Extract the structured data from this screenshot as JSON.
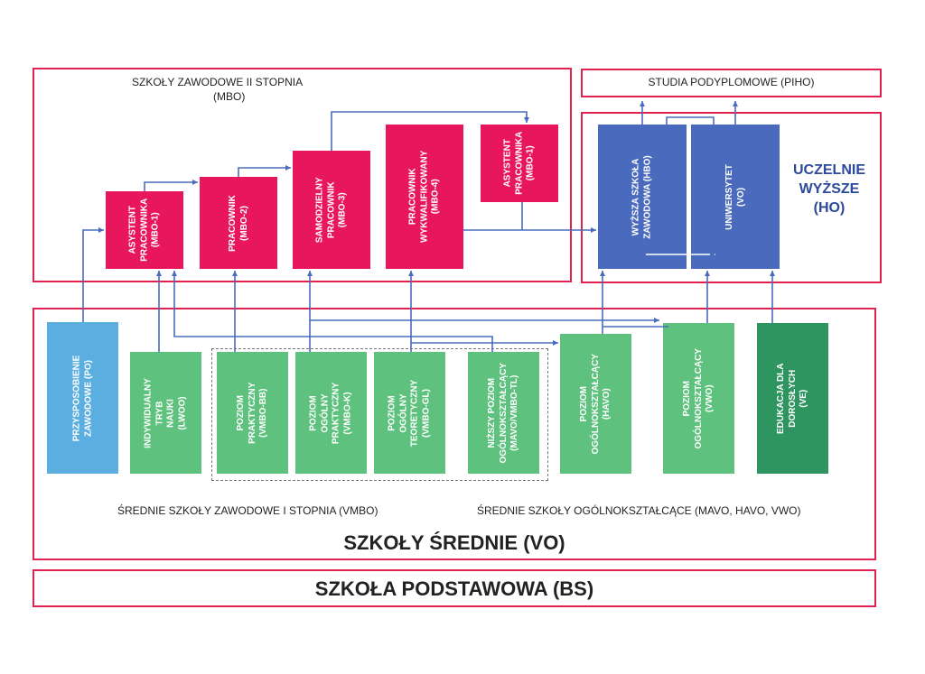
{
  "colors": {
    "frame": "#e0204f",
    "mbo": "#e8175d",
    "ho": "#4a6bbd",
    "po": "#5aaee0",
    "green": "#5ec27e",
    "ve": "#2e9460",
    "arrow": "#4a6bbd",
    "ho_title": "#2c4a9c"
  },
  "mbo": {
    "title": "SZKOŁY ZAWODOWE II STOPNIA",
    "subtitle": "(MBO)",
    "boxes": [
      {
        "text": "ASYSTENT\nPRACOWNIKA\n(MBO-1)"
      },
      {
        "text": "PRACOWNIK\n(MBO-2)"
      },
      {
        "text": "SAMODZIELNY\nPRACOWNIK\n(MBO-3)"
      },
      {
        "text": "PRACOWNIK\nWYKWALIFIKOWANY\n(MBO-4)"
      },
      {
        "text": "ASYSTENT\nPRACOWNIKA\n(MBO-1)"
      }
    ]
  },
  "piho": {
    "title": "STUDIA PODYPLOMOWE (PIHO)"
  },
  "ho": {
    "title_line1": "UCZELNIE",
    "title_line2": "WYŻSZE",
    "title_line3": "(HO)",
    "boxes": [
      {
        "text": "WYŻSZA SZKOŁA\nZAWODOWA (HBO)"
      },
      {
        "text": "UNIWERSYTET\n(VO)"
      }
    ]
  },
  "vo": {
    "boxes": [
      {
        "text": "PRZYSPOSOBIENIE\nZAWODOWE (PO)"
      },
      {
        "text": "INDYWIDUALNY TRYB\nNAUKI\n(LWOO)"
      },
      {
        "text": "POZIOM PRAKTYCZNY\n(VMBO-BB)"
      },
      {
        "text": "POZIOM OGÓLNY\nPRAKTYCZNY\n(VMBO-K)"
      },
      {
        "text": "POZIOM OGÓLNY\nTEORETYCZNY\n(VMBO-GL)"
      },
      {
        "text": "NIŻSZY POZIOM\nOGÓLNOKSZTAŁCĄCY\n(MAVO/VMBO-TL)"
      },
      {
        "text": "POZIOM\nOGÓLNOKSZTAŁCĄCY\n(HAVO)"
      },
      {
        "text": "POZIOM\nOGÓLNOKSZTAŁCĄCY\n(VWO)"
      },
      {
        "text": "EDUKACJA DLA\nDOROSŁYCH (VE)"
      }
    ],
    "vmbo_label": "ŚREDNIE SZKOŁY ZAWODOWE I STOPNIA (VMBO)",
    "general_label": "ŚREDNIE SZKOŁY OGÓLNOKSZTAŁCĄCE (MAVO, HAVO, VWO)",
    "title": "SZKOŁY ŚREDNIE (VO)"
  },
  "bs": {
    "title": "SZKOŁA PODSTAWOWA (BS)"
  }
}
